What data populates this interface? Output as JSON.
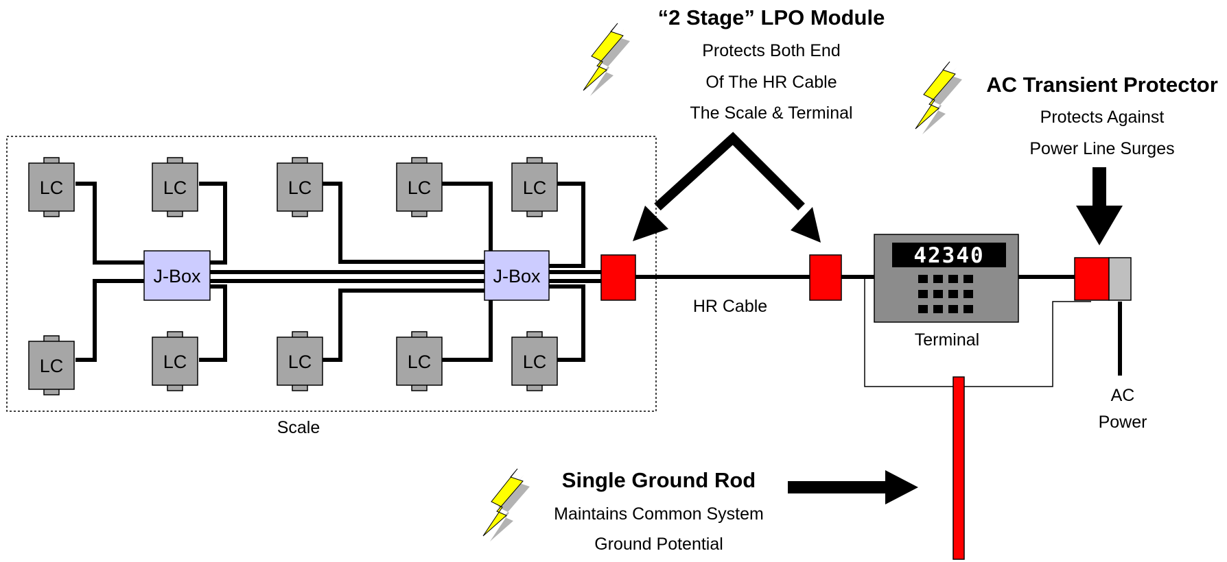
{
  "load_cell": {
    "label": "LC",
    "count": 10
  },
  "junction_box": {
    "label": "J-Box",
    "count": 2
  },
  "scale": {
    "label": "Scale"
  },
  "hr_cable": {
    "label": "HR Cable"
  },
  "terminal": {
    "label": "Terminal",
    "display": "42340"
  },
  "ac_power": {
    "line1": "AC",
    "line2": "Power"
  },
  "lpo_module": {
    "title": "“2 Stage” LPO Module",
    "lines": [
      "Protects Both End",
      "Of The HR Cable",
      "The Scale & Terminal"
    ]
  },
  "ac_protector": {
    "title": "AC Transient Protector",
    "lines": [
      "Protects Against",
      "Power Line Surges"
    ]
  },
  "ground_rod": {
    "title": "Single Ground Rod",
    "lines": [
      "Maintains Common System",
      "Ground Potential"
    ]
  },
  "colors": {
    "protector_red": "#ff0000",
    "jbox_fill": "#ccccff",
    "lc_fill": "#a6a6a6",
    "terminal_fill": "#8c8c8c",
    "bolt_yellow": "#ffff00"
  }
}
